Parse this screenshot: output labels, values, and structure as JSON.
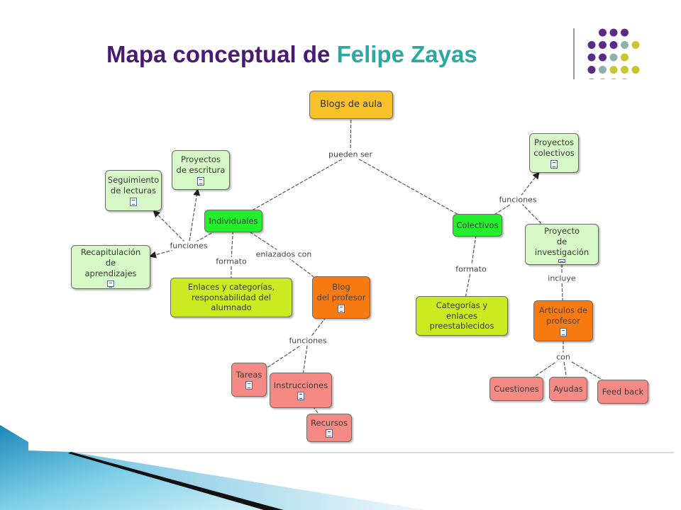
{
  "title": {
    "main": "Mapa conceptual de",
    "accent": "Felipe Zayas"
  },
  "colors": {
    "title": "#4a1a72",
    "accent": "#2aa9a3",
    "dot_purple": "#5b2a86",
    "dot_teal": "#8fb0ae",
    "dot_yellow": "#c9c62c",
    "node_root": "#f8c12a",
    "node_green": "#23ef2c",
    "node_pale": "#d6f7c6",
    "node_yellow": "#ccea22",
    "node_orange": "#f87a12",
    "node_pink": "#f58a84"
  },
  "nodes": [
    {
      "id": "blogs",
      "label": "Blogs de aula",
      "color": "root",
      "doc": false
    },
    {
      "id": "individuales",
      "label": "Individuales",
      "color": "green",
      "doc": false
    },
    {
      "id": "colectivos",
      "label": "Colectivos",
      "color": "green",
      "doc": false
    },
    {
      "id": "proyectos_escritura",
      "label": "Proyectos\nde escritura",
      "color": "pale",
      "doc": true
    },
    {
      "id": "seguimiento",
      "label": "Seguimiento\nde lecturas",
      "color": "pale",
      "doc": true
    },
    {
      "id": "recapitulacion",
      "label": "Recapitulación de\naprendizajes",
      "color": "pale",
      "doc": true
    },
    {
      "id": "enlaces_cat",
      "label": "Enlaces y categorías,\nresponsabilidad del alumnado",
      "color": "yellow",
      "doc": false
    },
    {
      "id": "blog_profesor",
      "label": "Blog\ndel profesor",
      "color": "orange",
      "doc": true
    },
    {
      "id": "tareas",
      "label": "Tareas",
      "color": "pink",
      "doc": true
    },
    {
      "id": "instrucciones",
      "label": "Instrucciones",
      "color": "pink",
      "doc": true
    },
    {
      "id": "recursos",
      "label": "Recursos",
      "color": "pink",
      "doc": true
    },
    {
      "id": "proyectos_colectivos",
      "label": "Proyectos\ncolectivos",
      "color": "pale",
      "doc": true
    },
    {
      "id": "proyecto_inv",
      "label": "Proyecto\nde investigación",
      "color": "pale",
      "doc": true
    },
    {
      "id": "categorias_pre",
      "label": "Categorías y enlaces\npreestablecidos",
      "color": "yellow",
      "doc": false
    },
    {
      "id": "articulos",
      "label": "Artículos de\nprofesor",
      "color": "orange",
      "doc": true
    },
    {
      "id": "cuestiones",
      "label": "Cuestiones",
      "color": "pink",
      "doc": false
    },
    {
      "id": "ayudas",
      "label": "Ayudas",
      "color": "pink",
      "doc": false
    },
    {
      "id": "feedback",
      "label": "Feed back",
      "color": "pink",
      "doc": false
    }
  ],
  "link_labels": [
    {
      "id": "pueden_ser",
      "text": "pueden ser"
    },
    {
      "id": "funciones_ind",
      "text": "funciones"
    },
    {
      "id": "formato_ind",
      "text": "formato"
    },
    {
      "id": "enlazados_con",
      "text": "enlazados con"
    },
    {
      "id": "funciones_prof",
      "text": "funciones"
    },
    {
      "id": "funciones_col",
      "text": "funciones"
    },
    {
      "id": "formato_col",
      "text": "formato"
    },
    {
      "id": "incluye",
      "text": "incluye"
    },
    {
      "id": "con",
      "text": "con"
    }
  ],
  "edges": [
    [
      "blogs",
      "pueden_ser"
    ],
    [
      "pueden_ser",
      "individuales"
    ],
    [
      "pueden_ser",
      "colectivos"
    ],
    [
      "individuales",
      "funciones_ind"
    ],
    [
      "funciones_ind",
      "seguimiento"
    ],
    [
      "funciones_ind",
      "proyectos_escritura"
    ],
    [
      "funciones_ind",
      "recapitulacion"
    ],
    [
      "individuales",
      "formato_ind"
    ],
    [
      "formato_ind",
      "enlaces_cat"
    ],
    [
      "individuales",
      "enlazados_con"
    ],
    [
      "enlazados_con",
      "blog_profesor"
    ],
    [
      "blog_profesor",
      "funciones_prof"
    ],
    [
      "funciones_prof",
      "tareas"
    ],
    [
      "funciones_prof",
      "instrucciones"
    ],
    [
      "instrucciones",
      "recursos"
    ],
    [
      "colectivos",
      "funciones_col"
    ],
    [
      "funciones_col",
      "proyectos_colectivos"
    ],
    [
      "funciones_col",
      "proyecto_inv"
    ],
    [
      "colectivos",
      "formato_col"
    ],
    [
      "formato_col",
      "categorias_pre"
    ],
    [
      "proyecto_inv",
      "incluye"
    ],
    [
      "incluye",
      "articulos"
    ],
    [
      "articulos",
      "con"
    ],
    [
      "con",
      "cuestiones"
    ],
    [
      "con",
      "ayudas"
    ],
    [
      "con",
      "feedback"
    ]
  ],
  "arrows": [
    "seguimiento",
    "proyectos_escritura",
    "recapitulacion",
    "proyectos_colectivos"
  ]
}
